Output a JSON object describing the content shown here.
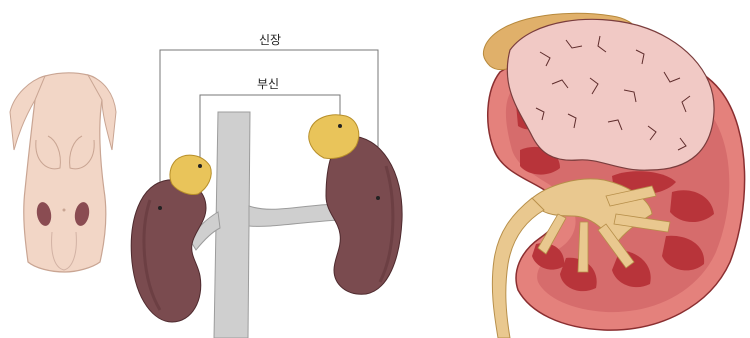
{
  "labels": {
    "kidney": "신장",
    "adrenal": "부신"
  },
  "palette": {
    "skin": "#f2d6c6",
    "skin_outline": "#c9a593",
    "kidney_outer": "#7a4b4f",
    "kidney_shade": "#5e3438",
    "adrenal": "#e9c45a",
    "vessel": "#cfcfcf",
    "vessel_outline": "#9c9c9c",
    "cortex": "#d66c6c",
    "medulla": "#b8343a",
    "tumor": "#f1c9c5",
    "fat": "#e0b06a",
    "ureter": "#e9c88f"
  },
  "panels": [
    "torso-figure",
    "kidneys-with-adrenals",
    "kidney-cross-section-with-tumor"
  ]
}
